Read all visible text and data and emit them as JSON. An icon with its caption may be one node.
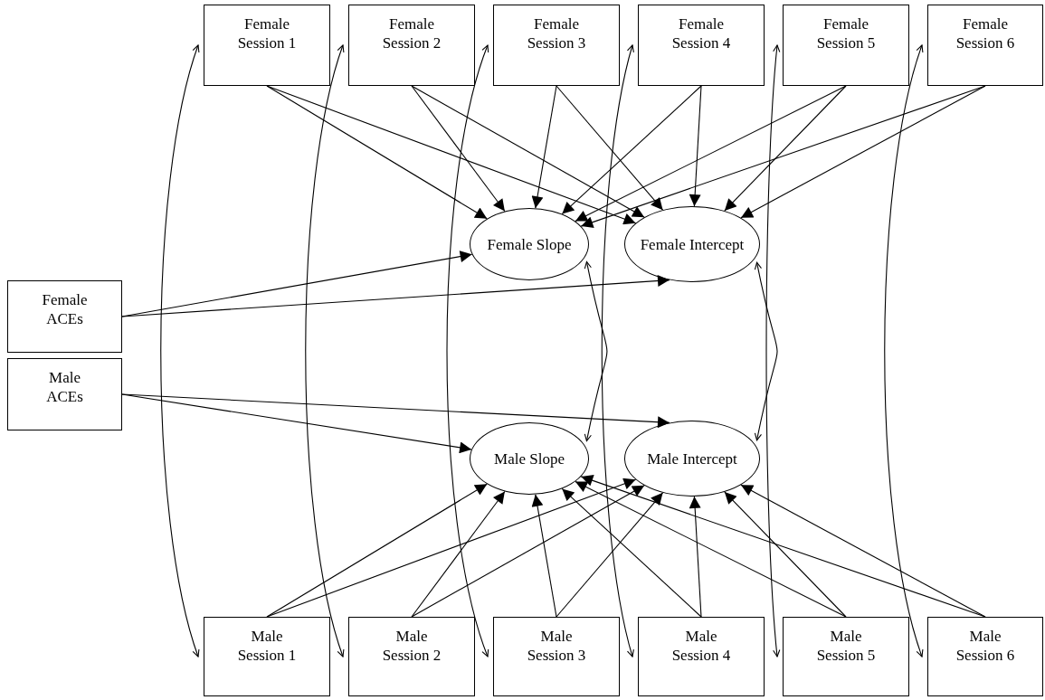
{
  "diagram": {
    "nodes": [
      {
        "text": [
          "Female Session 1"
        ]
      },
      {
        "text": [
          "Female Session 2"
        ]
      },
      {
        "text": [
          "Female Session 3"
        ]
      },
      {
        "text": [
          "Female Session 4"
        ]
      },
      {
        "text": [
          "Female Session 5"
        ]
      },
      {
        "text": [
          "Female Session 6"
        ]
      },
      {
        "text": [
          "Female Slope"
        ]
      },
      {
        "text": [
          "Female Intercept"
        ]
      },
      {
        "text": [
          "Female ACEs"
        ]
      },
      {
        "text": [
          "Male ACEs"
        ]
      },
      {
        "text": [
          "Male Slope"
        ]
      },
      {
        "text": [
          "Male Intercept"
        ]
      },
      {
        "text": [
          "Male Session 1"
        ]
      },
      {
        "text": [
          "Male Session 2"
        ]
      },
      {
        "text": [
          "Male Session 3"
        ]
      },
      {
        "text": [
          "Male Session 4"
        ]
      },
      {
        "text": [
          "Male Session 5"
        ]
      },
      {
        "text": [
          "Male Session 6"
        ]
      }
    ],
    "edges": [
      {
        "from": 0,
        "to": 6,
        "arrow": "to"
      },
      {
        "from": 0,
        "to": 7,
        "arrow": "to"
      },
      {
        "from": 1,
        "to": 6,
        "arrow": "to"
      },
      {
        "from": 1,
        "to": 7,
        "arrow": "to"
      },
      {
        "from": 2,
        "to": 6,
        "arrow": "to"
      },
      {
        "from": 2,
        "to": 7,
        "arrow": "to"
      },
      {
        "from": 3,
        "to": 6,
        "arrow": "to"
      },
      {
        "from": 3,
        "to": 7,
        "arrow": "to"
      },
      {
        "from": 4,
        "to": 6,
        "arrow": "to"
      },
      {
        "from": 4,
        "to": 7,
        "arrow": "to"
      },
      {
        "from": 5,
        "to": 6,
        "arrow": "to"
      },
      {
        "from": 5,
        "to": 7,
        "arrow": "to"
      },
      {
        "from": 8,
        "to": 6,
        "arrow": "to"
      },
      {
        "from": 8,
        "to": 7,
        "arrow": "to"
      },
      {
        "from": 9,
        "to": 11,
        "arrow": "to"
      },
      {
        "from": 9,
        "to": 10,
        "arrow": "to"
      },
      {
        "from": 6,
        "to": 10,
        "arrow": "both"
      },
      {
        "from": 7,
        "to": 11,
        "arrow": "both"
      },
      {
        "from": 12,
        "to": 10,
        "arrow": "to"
      },
      {
        "from": 12,
        "to": 11,
        "arrow": "to"
      },
      {
        "from": 13,
        "to": 10,
        "arrow": "to"
      },
      {
        "from": 13,
        "to": 11,
        "arrow": "to"
      },
      {
        "from": 14,
        "to": 10,
        "arrow": "to"
      },
      {
        "from": 14,
        "to": 11,
        "arrow": "to"
      },
      {
        "from": 15,
        "to": 10,
        "arrow": "to"
      },
      {
        "from": 15,
        "to": 11,
        "arrow": "to"
      },
      {
        "from": 16,
        "to": 10,
        "arrow": "to"
      },
      {
        "from": 16,
        "to": 11,
        "arrow": "to"
      },
      {
        "from": 17,
        "to": 10,
        "arrow": "to"
      },
      {
        "from": 17,
        "to": 11,
        "arrow": "to"
      },
      {
        "from": 0,
        "to": 12,
        "arrow": "both"
      },
      {
        "from": 1,
        "to": 13,
        "arrow": "both"
      },
      {
        "from": 2,
        "to": 14,
        "arrow": "both"
      },
      {
        "from": 3,
        "to": 15,
        "arrow": "both"
      },
      {
        "from": 4,
        "to": 16,
        "arrow": "both"
      },
      {
        "from": 5,
        "to": 17,
        "arrow": "both"
      }
    ]
  }
}
